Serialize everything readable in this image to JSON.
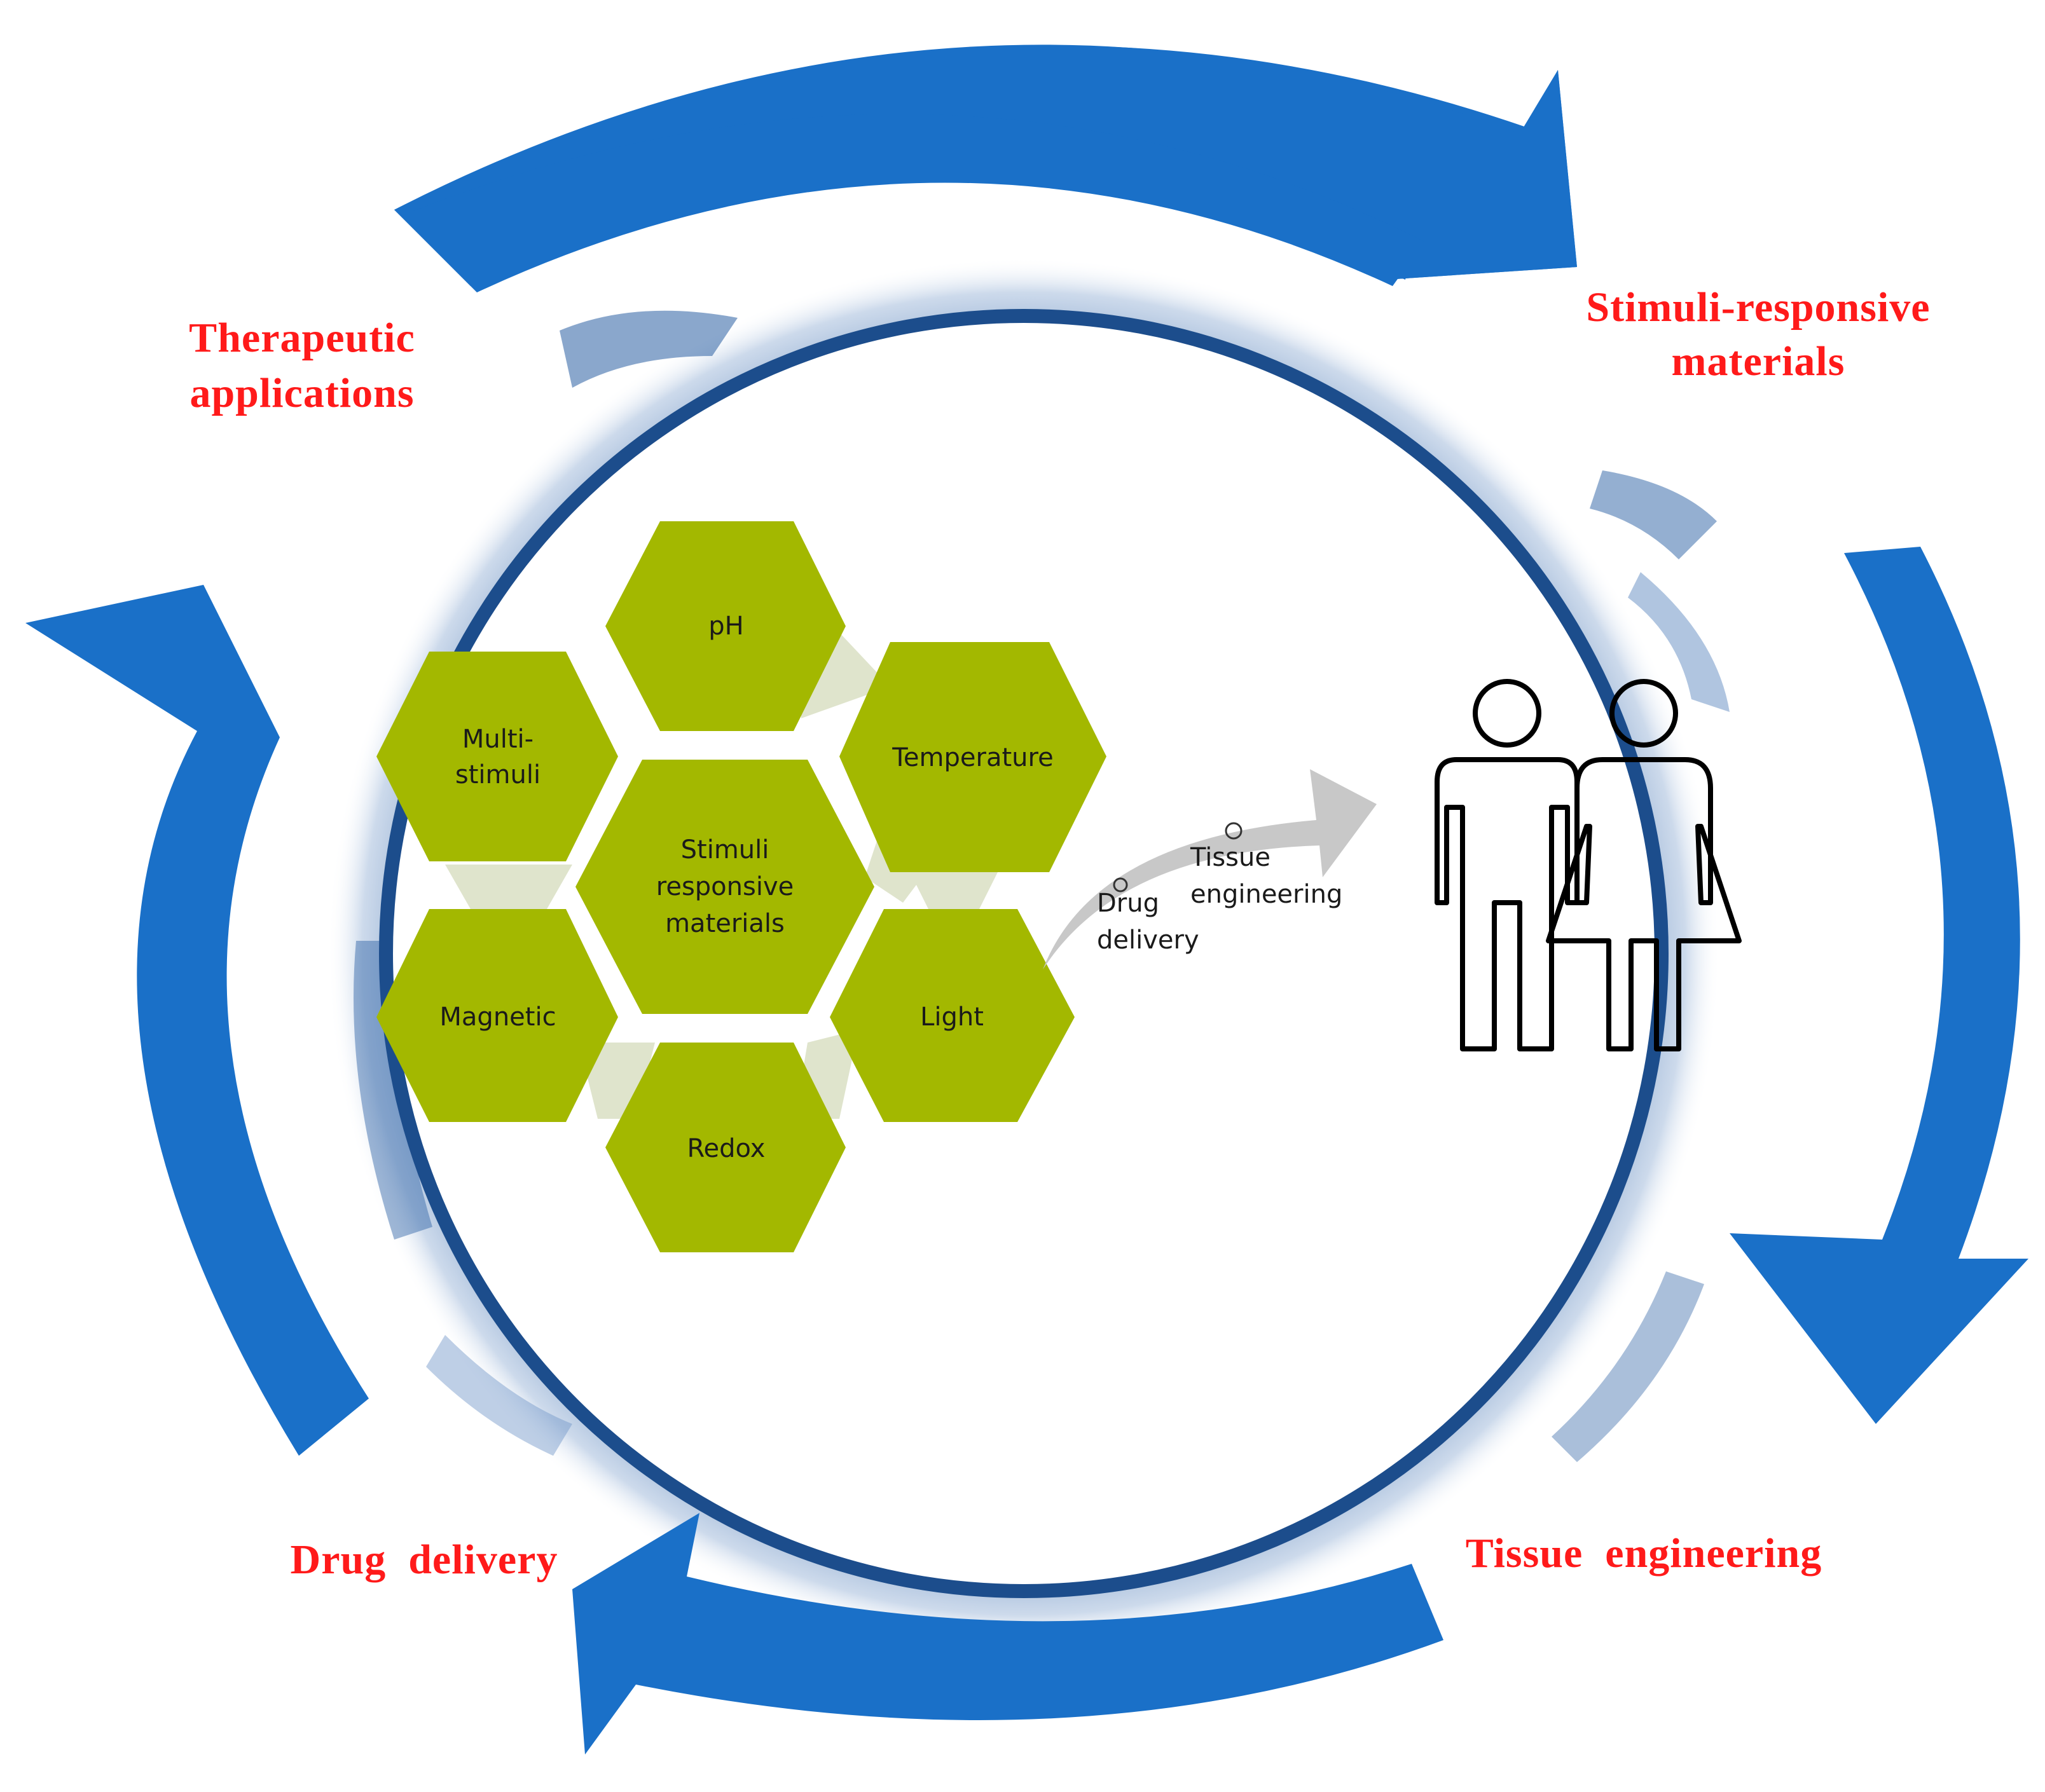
{
  "cycle_labels": {
    "therapeutic_line1": "Therapeutic",
    "therapeutic_line2": "applications",
    "stimuli_line1": "Stimuli-responsive",
    "stimuli_line2": "materials",
    "tissue": "Tissue  engineering",
    "drug": "Drug  delivery"
  },
  "hexagons": {
    "center_line1": "Stimuli",
    "center_line2": "responsive",
    "center_line3": "materials",
    "ph": "pH",
    "temperature": "Temperature",
    "light": "Light",
    "redox": "Redox",
    "magnetic": "Magnetic",
    "multi_line1": "Multi-",
    "multi_line2": "stimuli"
  },
  "application_arrow": {
    "drug_line1": "Drug",
    "drug_line2": "delivery",
    "tissue_line1": "Tissue",
    "tissue_line2": "engineering"
  },
  "colors": {
    "arrow_blue": "#1a70c8",
    "circle_blue": "#1c4d8c",
    "hex_green": "#a3b800",
    "label_red": "#ff1a1a",
    "connector": "#dfe4cc",
    "grey_arrow": "#c8c8c8"
  },
  "icons": [
    "man-icon",
    "woman-icon"
  ]
}
